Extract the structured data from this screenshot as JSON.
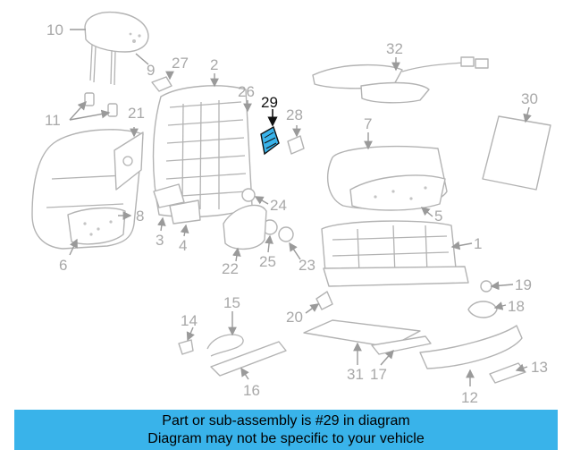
{
  "diagram": {
    "highlight_part": "29",
    "callouts": [
      "1",
      "2",
      "3",
      "4",
      "5",
      "6",
      "7",
      "8",
      "9",
      "10",
      "11",
      "12",
      "13",
      "14",
      "15",
      "16",
      "17",
      "18",
      "19",
      "20",
      "21",
      "22",
      "23",
      "24",
      "25",
      "26",
      "27",
      "28",
      "29",
      "30",
      "31",
      "32"
    ],
    "highlight_color": "#39b3ea"
  },
  "banner": {
    "line1": "Part or sub-assembly is #29 in diagram",
    "line2": "Diagram may not be specific to your vehicle",
    "background": "#39b3ea"
  }
}
